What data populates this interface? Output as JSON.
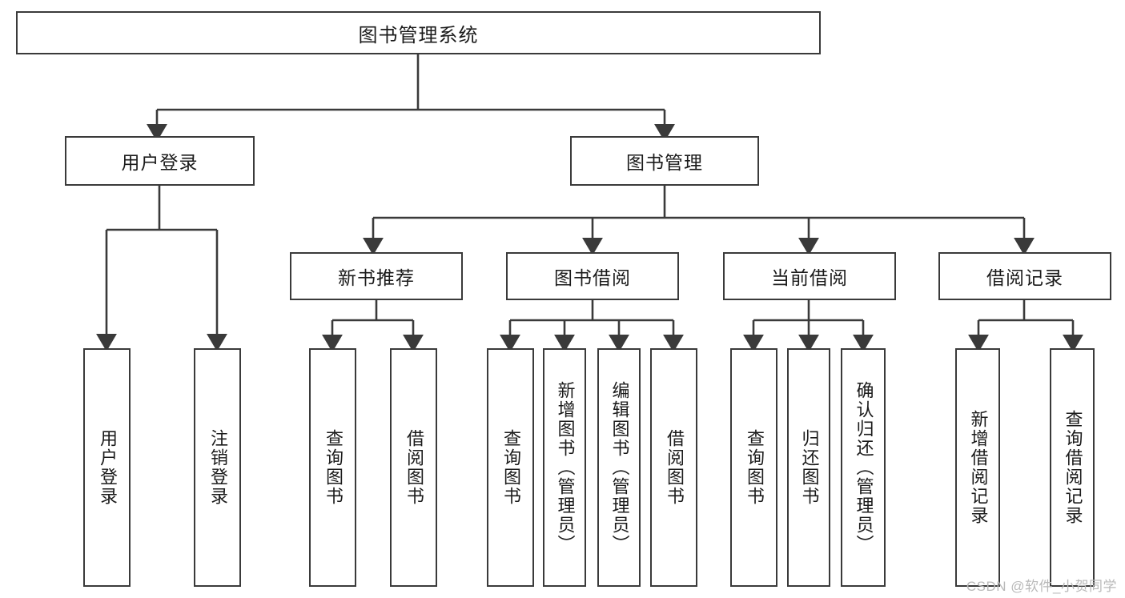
{
  "diagram": {
    "type": "tree",
    "title": "图书管理系统",
    "root": {
      "label": "图书管理系统"
    },
    "level1": [
      {
        "label": "用户登录"
      },
      {
        "label": "图书管理"
      }
    ],
    "level2": [
      {
        "label": "新书推荐"
      },
      {
        "label": "图书借阅"
      },
      {
        "label": "当前借阅"
      },
      {
        "label": "借阅记录"
      }
    ],
    "leaves": {
      "user_login": [
        {
          "label": "用户登录"
        },
        {
          "label": "注销登录"
        }
      ],
      "new_book_recommend": [
        {
          "label": "查询图书"
        },
        {
          "label": "借阅图书"
        }
      ],
      "book_borrow": [
        {
          "label": "查询图书"
        },
        {
          "label": "新增图书（管理员）"
        },
        {
          "label": "编辑图书（管理员）"
        },
        {
          "label": "借阅图书"
        }
      ],
      "current_borrow": [
        {
          "label": "查询图书"
        },
        {
          "label": "归还图书"
        },
        {
          "label": "确认归还（管理员）"
        }
      ],
      "borrow_record": [
        {
          "label": "新增借阅记录"
        },
        {
          "label": "查询借阅记录"
        }
      ]
    }
  },
  "watermark": {
    "text": "CSDN @软件_小贺同学"
  },
  "colors": {
    "stroke": "#3a3a3a",
    "fill": "#ffffff",
    "text": "#1b1b1b",
    "watermark": "#b9b9b9"
  }
}
